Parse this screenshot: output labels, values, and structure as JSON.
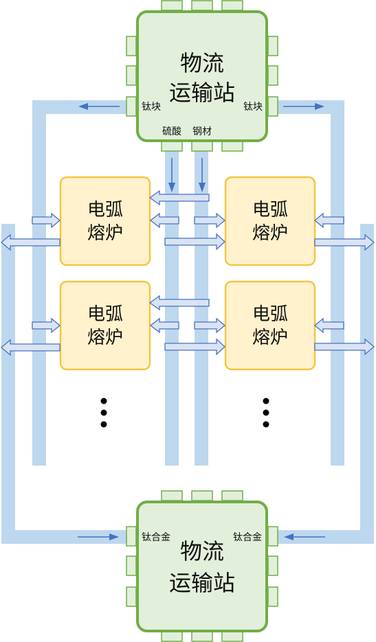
{
  "colors": {
    "belt": "#bdd7ee",
    "station_fill": "#e2efda",
    "station_stroke": "#70ad47",
    "furnace_fill": "#fff2cc",
    "furnace_stroke": "#f5c542",
    "arrow_fill": "#dae3f3",
    "arrow_stroke": "#4472c4"
  },
  "stations": {
    "top": {
      "title_line1": "物流",
      "title_line2": "运输站",
      "left_label": "钛块",
      "right_label": "钛块",
      "bottom_label_1": "硫酸",
      "bottom_label_2": "钢材"
    },
    "bottom": {
      "title_line1": "物流",
      "title_line2": "运输站",
      "left_label": "钛合金",
      "right_label": "钛合金"
    }
  },
  "furnaces": [
    {
      "line1": "电弧",
      "line2": "熔炉"
    },
    {
      "line1": "电弧",
      "line2": "熔炉"
    },
    {
      "line1": "电弧",
      "line2": "熔炉"
    },
    {
      "line1": "电弧",
      "line2": "熔炉"
    }
  ],
  "continuation": "⋮"
}
